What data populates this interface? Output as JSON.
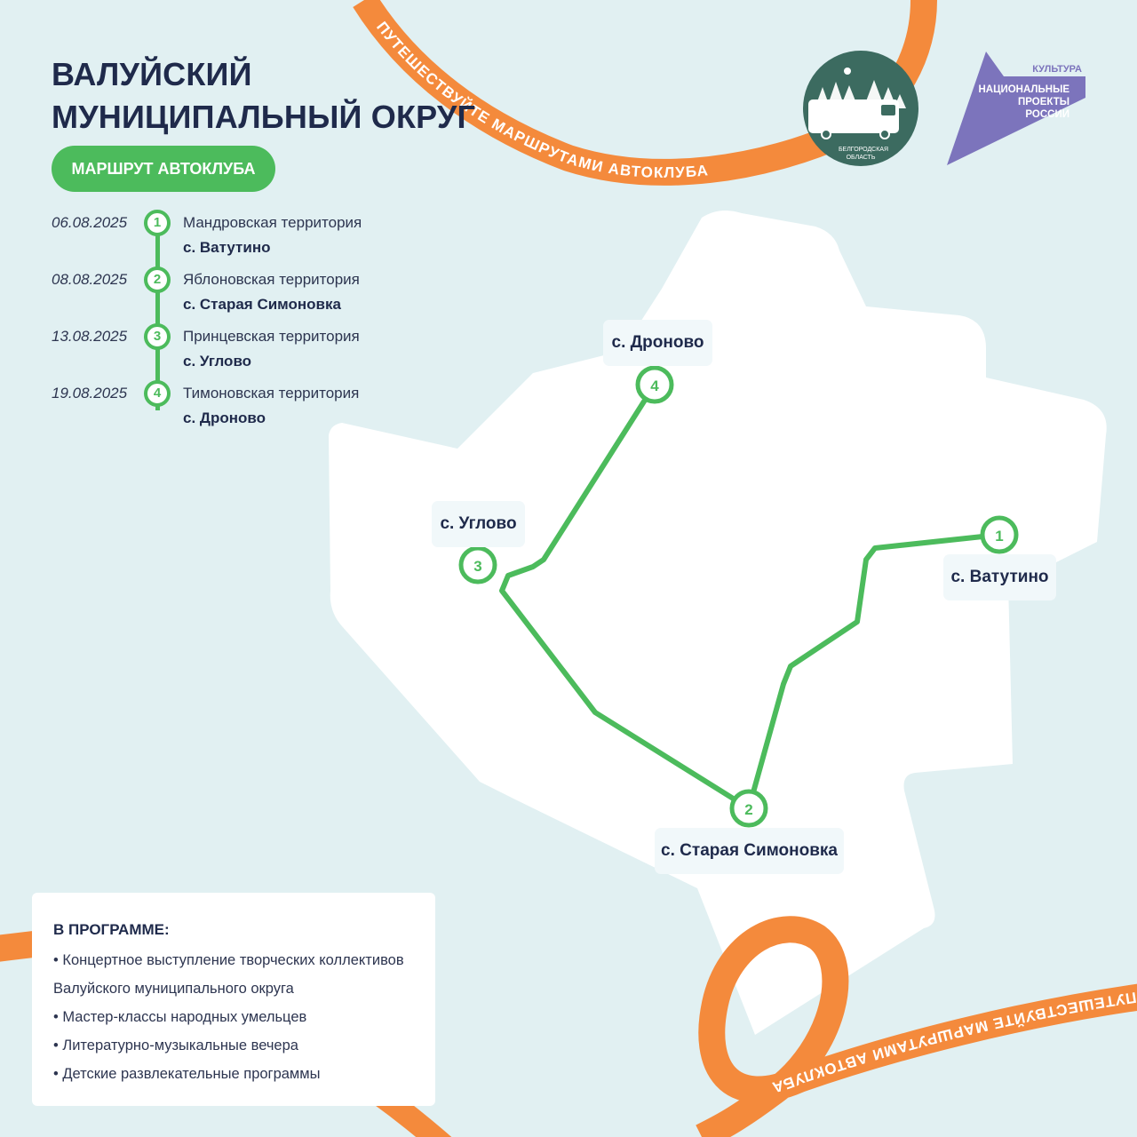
{
  "title": {
    "line1": "ВАЛУЙСКИЙ",
    "line2": "МУНИЦИПАЛЬНЫЙ ОКРУГ"
  },
  "route_label": "МАРШРУТ АВТОКЛУБА",
  "schedule": [
    {
      "number": "1",
      "date": "06.08.2025",
      "territory": "Мандровская территория",
      "village": "с. Ватутино"
    },
    {
      "number": "2",
      "date": "08.08.2025",
      "territory": "Яблоновская территория",
      "village": "с. Старая Симоновка"
    },
    {
      "number": "3",
      "date": "13.08.2025",
      "territory": "Принцевская территория",
      "village": "с. Углово"
    },
    {
      "number": "4",
      "date": "19.08.2025",
      "territory": "Тимоновская территория",
      "village": "с. Дроново"
    }
  ],
  "map": {
    "stops": [
      {
        "number": "1",
        "name": "с. Ватутино"
      },
      {
        "number": "2",
        "name": "с. Старая Симоновка"
      },
      {
        "number": "3",
        "name": "с. Углово"
      },
      {
        "number": "4",
        "name": "с. Дроново"
      }
    ]
  },
  "logo_autoclub": {
    "name": "АВТОКЛУБ",
    "region_line1": "БЕЛГОРОДСКАЯ",
    "region_line2": "ОБЛАСТЬ"
  },
  "logo_national": {
    "culture": "КУЛЬТУРА",
    "line1": "НАЦИОНАЛЬНЫЕ",
    "line2": "ПРОЕКТЫ",
    "line3": "РОССИИ"
  },
  "ribbon_text": "ПУТЕШЕСТВУЙТЕ МАРШРУТАМИ АВТОКЛУБА",
  "program": {
    "title": "В ПРОГРАММЕ:",
    "items": [
      "• Концертное выступление творческих коллективов Валуйского муниципального округа",
      "• Мастер-классы народных умельцев",
      "• Литературно-музыкальные вечера",
      "• Детские развлекательные программы"
    ]
  },
  "colors": {
    "background": "#e1f0f2",
    "route_green": "#4cbb5c",
    "ribbon_orange": "#f48a3c",
    "title_navy": "#1f2a4b",
    "logo_green": "#3c6b60",
    "logo_purple": "#7c74bc"
  }
}
